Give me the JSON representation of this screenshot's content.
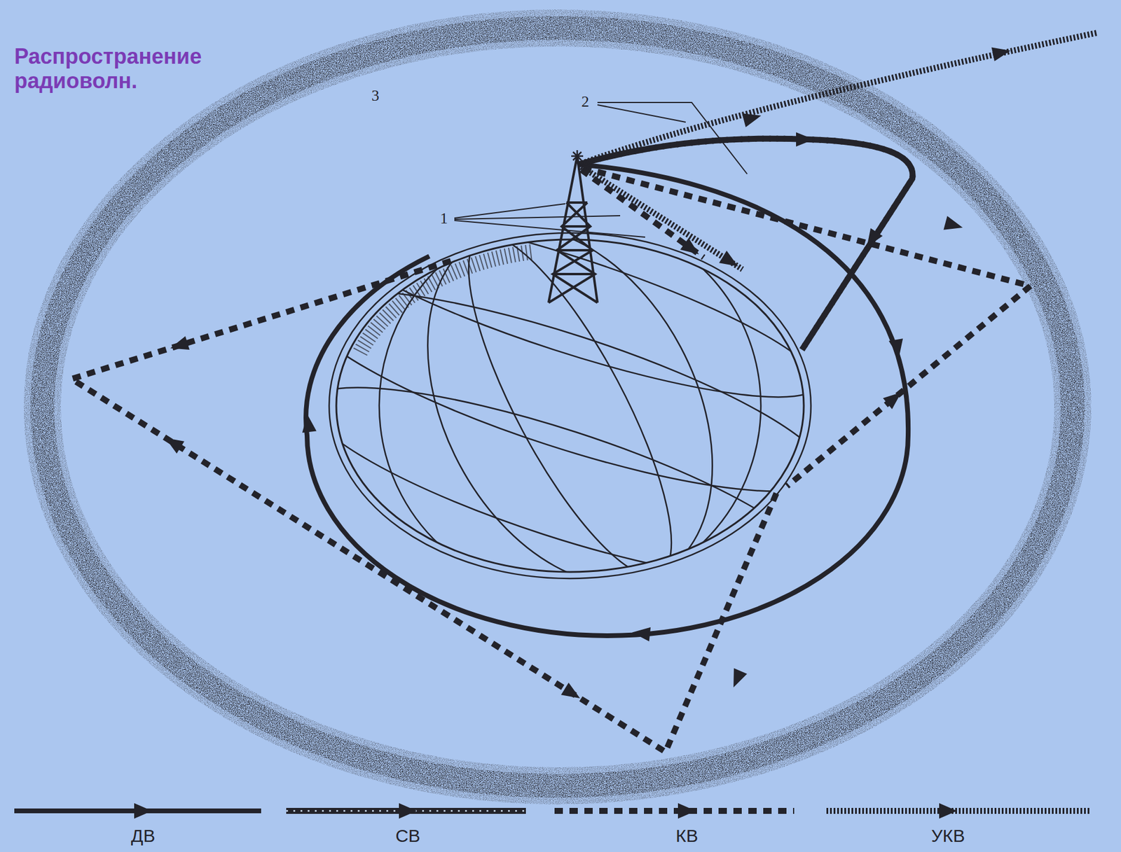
{
  "diagram": {
    "title": "Распространение радиоволн.",
    "labels": [
      "3",
      "2",
      "1"
    ],
    "legend": [
      {
        "text": "ДВ"
      },
      {
        "text": "СВ"
      },
      {
        "text": "КВ"
      },
      {
        "text": "УКВ"
      }
    ]
  }
}
